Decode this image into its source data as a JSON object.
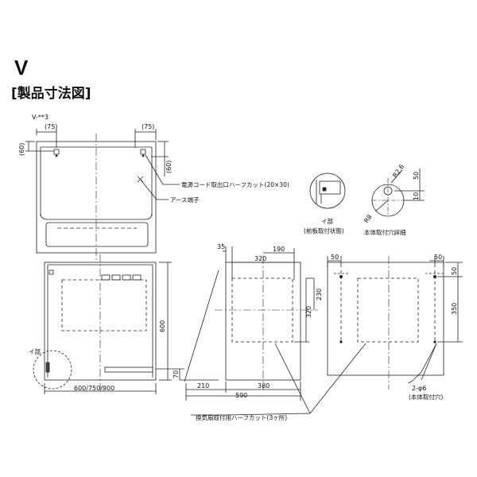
{
  "title": "V",
  "subtitle": "[製品寸法図]",
  "model": "V-**3",
  "front_view": {
    "dim_top_left": "(75)",
    "dim_top_right": "(75)",
    "dim_left_60": "(60)",
    "dim_right_60": "(60)",
    "label_cord": "電源コード取出口ハーフカット(20×30)",
    "label_earth": "アース端子"
  },
  "bottom_view": {
    "dim_height": "600",
    "dim_70": "70",
    "dim_width": "600/750/900",
    "label_i": "イ部"
  },
  "detail_i": {
    "label": "イ部",
    "sublabel": "(前板取付状態)"
  },
  "detail_hole": {
    "r26": "R2.6",
    "r8": "R8",
    "dim_50": "50",
    "dim_10": "10",
    "label": "本体取付穴詳細"
  },
  "hood_cut_view": {
    "dim_35": "35",
    "dim_190": "190",
    "dim_320_h": "320",
    "dim_230": "230",
    "dim_320_v": "320",
    "dim_210": "210",
    "dim_380": "380",
    "dim_590": "590",
    "label_halfcut": "換気扇取付用ハーフカット(3ヶ所)"
  },
  "mount_view": {
    "dim_50_left": "50",
    "dim_50_right": "50",
    "dim_50_v": "50",
    "dim_350": "350",
    "label_holes": "2-φ6",
    "label_holes_sub": "(本体取付穴)"
  }
}
